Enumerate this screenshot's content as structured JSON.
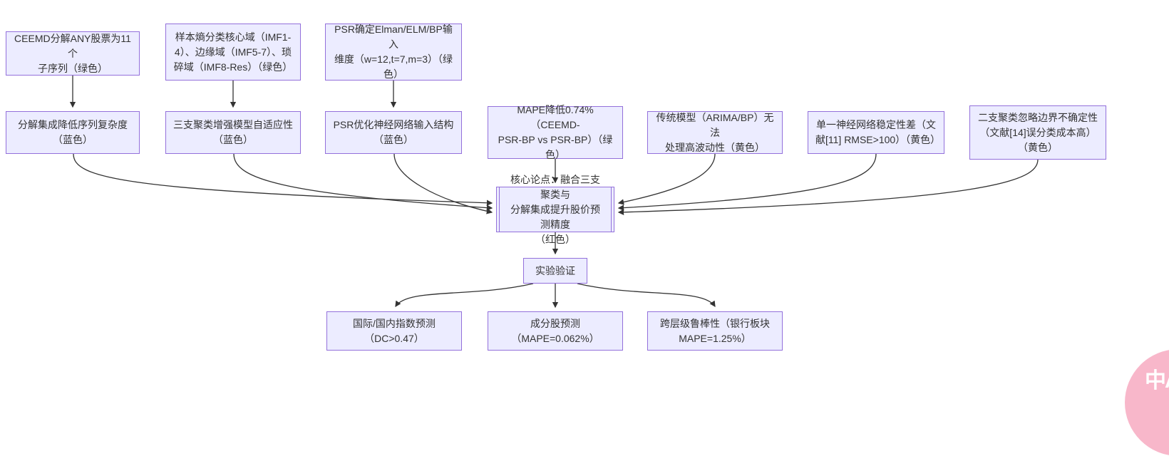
{
  "diagram": {
    "type": "flowchart",
    "colors": {
      "node_fill": "#ECECFF",
      "node_border": "#9370DB",
      "edge": "#333333",
      "text": "#333333"
    },
    "nodes": {
      "a": {
        "text": "CEEMD分解ANY股票为11个\n子序列（绿色）"
      },
      "b": {
        "text": "样本熵分类核心域（IMF1-\n4）、边缘域（IMF5-7）、琐\n碎域（IMF8-Res）（绿色）"
      },
      "c": {
        "text": "PSR确定Elman/ELM/BP输入\n维度（w=12,t=7,m=3）（绿\n色）"
      },
      "d": {
        "text": "分解集成降低序列复杂度\n（蓝色）"
      },
      "e": {
        "text": "三支聚类增强模型自适应性\n（蓝色）"
      },
      "f": {
        "text": "PSR优化神经网络输入结构\n（蓝色）"
      },
      "g": {
        "text": "MAPE降低0.74%（CEEMD-\nPSR-BP vs PSR-BP）（绿\n色）"
      },
      "h": {
        "text": "传统模型（ARIMA/BP）无法\n处理高波动性（黄色）"
      },
      "i": {
        "text": "单一神经网络稳定性差（文\n献[11] RMSE>100）（黄色）"
      },
      "j": {
        "text": "二支聚类忽略边界不确定性\n（文献[14]误分类成本高）\n（黄色）"
      },
      "k": {
        "text": "核心论点：融合三支聚类与\n分解集成提升股价预测精度\n（红色）"
      },
      "l": {
        "text": "实验验证"
      },
      "m": {
        "text": "国际/国内指数预测\n（DC>0.47）"
      },
      "n": {
        "text": "成分股预测\n（MAPE=0.062%）"
      },
      "o": {
        "text": "跨层级鲁棒性（银行板块\nMAPE=1.25%）"
      }
    },
    "edges": [
      {
        "from": "a",
        "to": "d"
      },
      {
        "from": "b",
        "to": "e"
      },
      {
        "from": "c",
        "to": "f"
      },
      {
        "from": "d",
        "to": "k"
      },
      {
        "from": "e",
        "to": "k"
      },
      {
        "from": "f",
        "to": "k"
      },
      {
        "from": "g",
        "to": "k"
      },
      {
        "from": "h",
        "to": "k"
      },
      {
        "from": "i",
        "to": "k"
      },
      {
        "from": "j",
        "to": "k"
      },
      {
        "from": "k",
        "to": "l"
      },
      {
        "from": "l",
        "to": "m"
      },
      {
        "from": "l",
        "to": "n"
      },
      {
        "from": "l",
        "to": "o"
      }
    ]
  },
  "translate_badge": {
    "label": "中A",
    "color": "#f8b7ca"
  }
}
